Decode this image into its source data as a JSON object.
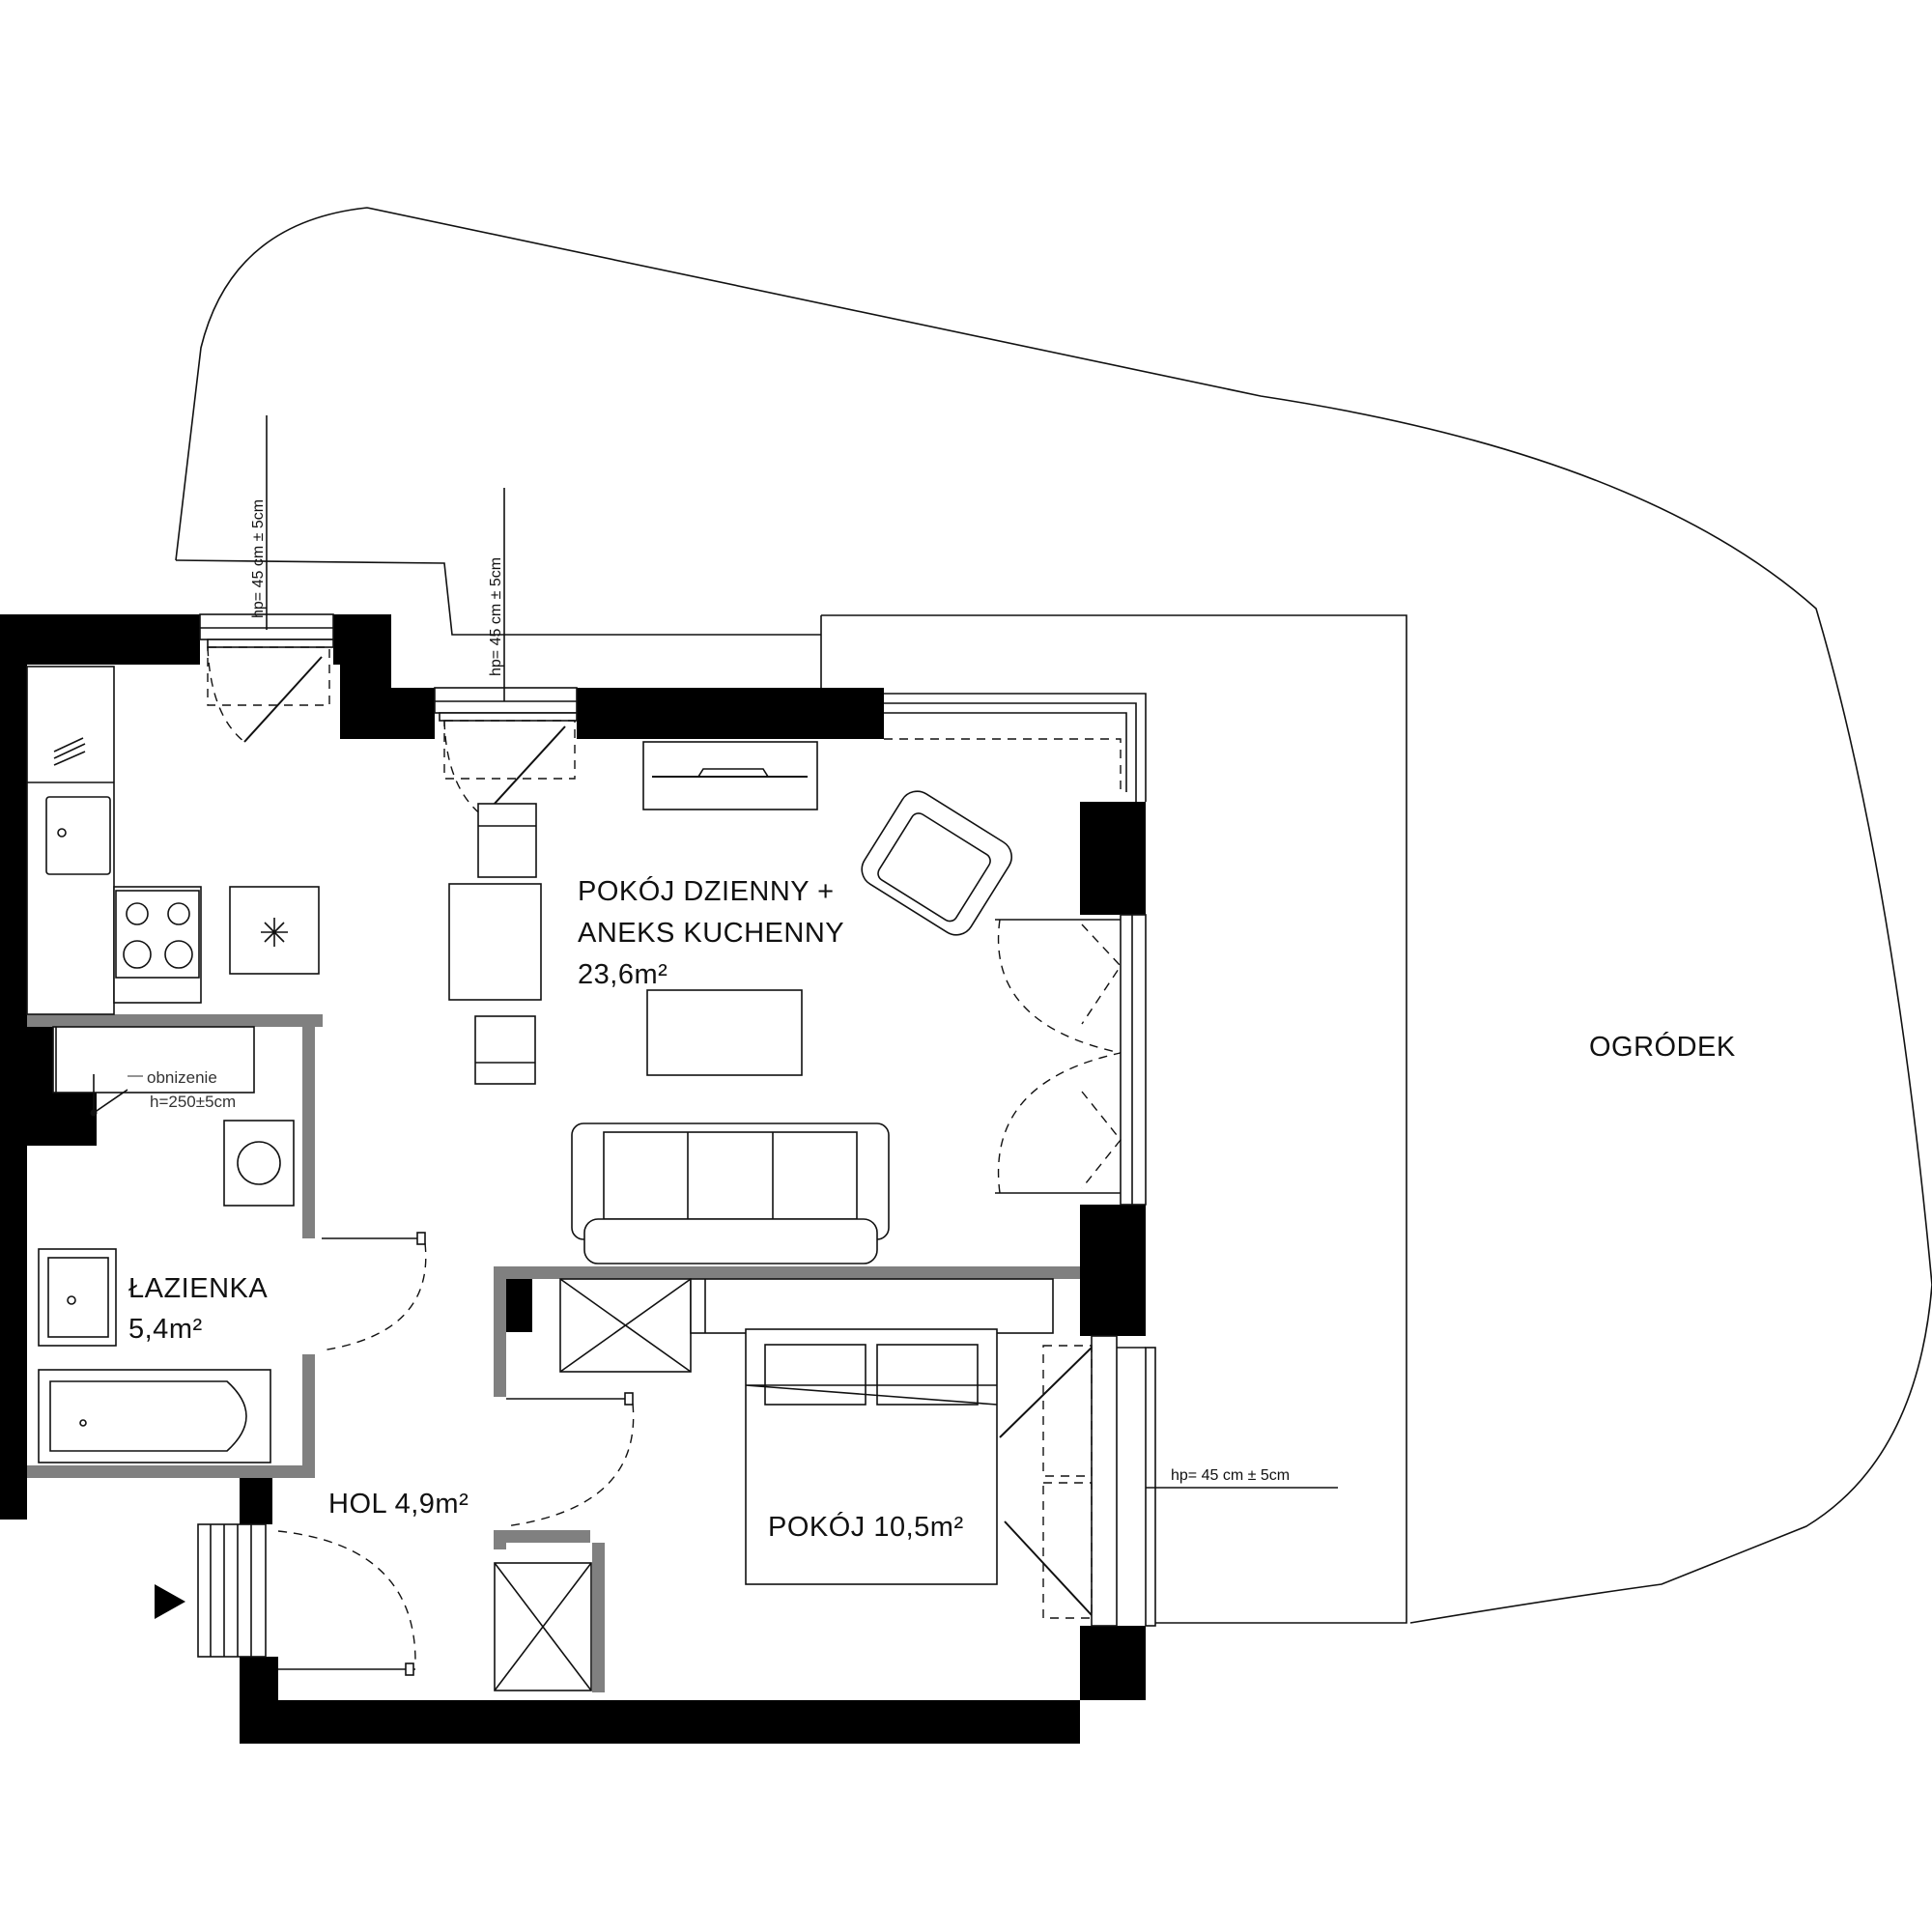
{
  "rooms": {
    "living_line1": "POKÓJ DZIENNY +",
    "living_line2": "ANEKS KUCHENNY",
    "living_area": "23,6m²",
    "bathroom_name": "ŁAZIENKA",
    "bathroom_area": "5,4m²",
    "hall": "HOL 4,9m²",
    "bedroom": "POKÓJ 10,5m²",
    "garden": "OGRÓDEK"
  },
  "notes": {
    "ceiling_drop_line1": "obnizenie",
    "ceiling_drop_line2": "h=250±5cm"
  },
  "window_heights": {
    "window_1": "hp= 45 cm ± 5cm",
    "window_2": "hp= 45 cm ± 5cm",
    "window_3": "hp= 45 cm ± 5cm"
  },
  "icons": [
    "entrance-arrow-icon",
    "hob-icon",
    "sink-icon",
    "washing-machine-icon",
    "bathtub-icon",
    "sofa-icon",
    "armchair-icon",
    "bed-icon",
    "wardrobe-icon"
  ]
}
